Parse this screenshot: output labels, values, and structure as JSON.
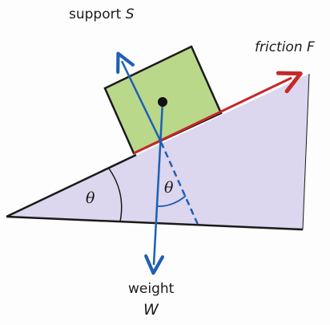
{
  "labels": {
    "support_text": "support",
    "support_symbol": "S",
    "friction_text": "friction",
    "friction_symbol": "F",
    "weight_text": "weight",
    "weight_symbol": "W",
    "angle_incline": "θ",
    "angle_weight": "θ"
  },
  "colors": {
    "incline_fill": "#dcd6ee",
    "outline": "#1a1a1a",
    "block_fill": "#b9d88a",
    "force_arrows": "#1f5fb6",
    "friction_arrow": "#c62828"
  }
}
